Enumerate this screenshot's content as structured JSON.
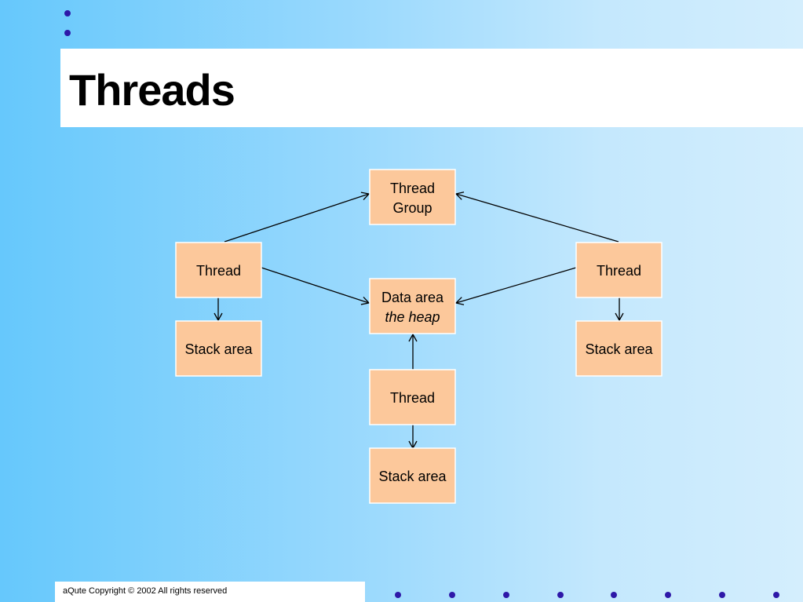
{
  "slide": {
    "title": "Threads",
    "footer": "aQute Copyright © 2002 All rights reserved"
  },
  "colors": {
    "node_fill": "#fcc89b",
    "bullet": "#2e18a8",
    "title_bar": "#ffffff"
  },
  "diagram": {
    "nodes": [
      {
        "id": "thread-group",
        "lines": [
          "Thread",
          "Group"
        ],
        "italic_lines": []
      },
      {
        "id": "thread-left",
        "lines": [
          "Thread"
        ],
        "italic_lines": []
      },
      {
        "id": "thread-right",
        "lines": [
          "Thread"
        ],
        "italic_lines": []
      },
      {
        "id": "data-area",
        "lines": [
          "Data area",
          "the heap"
        ],
        "italic_lines": [
          1
        ]
      },
      {
        "id": "stack-left",
        "lines": [
          "Stack area"
        ],
        "italic_lines": []
      },
      {
        "id": "stack-right",
        "lines": [
          "Stack area"
        ],
        "italic_lines": []
      },
      {
        "id": "thread-center",
        "lines": [
          "Thread"
        ],
        "italic_lines": []
      },
      {
        "id": "stack-center",
        "lines": [
          "Stack area"
        ],
        "italic_lines": []
      }
    ],
    "edges": [
      {
        "from": "thread-left",
        "to": "thread-group"
      },
      {
        "from": "thread-right",
        "to": "thread-group"
      },
      {
        "from": "thread-left",
        "to": "data-area"
      },
      {
        "from": "thread-right",
        "to": "data-area"
      },
      {
        "from": "thread-center",
        "to": "data-area"
      },
      {
        "from": "thread-left",
        "to": "stack-left"
      },
      {
        "from": "thread-right",
        "to": "stack-right"
      },
      {
        "from": "thread-center",
        "to": "stack-center"
      }
    ]
  }
}
